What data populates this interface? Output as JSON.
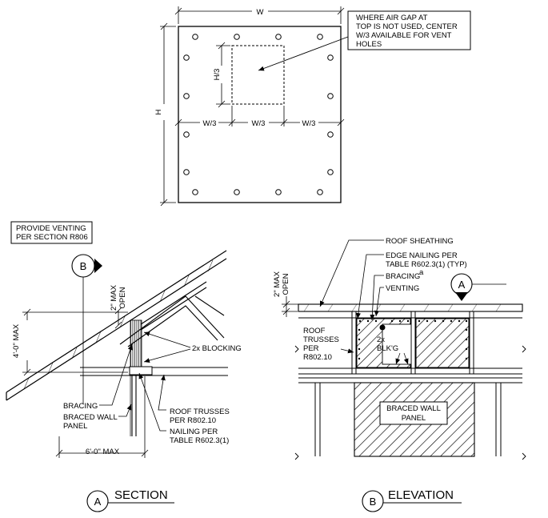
{
  "top_detail": {
    "dim_w": "W",
    "dim_h": "H",
    "dim_h3": "H/3",
    "dim_w3_left": "W/3",
    "dim_w3_mid": "W/3",
    "dim_w3_right": "W/3",
    "note_lines": [
      "WHERE AIR GAP AT",
      "TOP IS NOT USED, CENTER",
      "W/3 AVAILABLE FOR VENT",
      "HOLES"
    ]
  },
  "section": {
    "venting_note": [
      "PROVIDE VENTING",
      "PER SECTION R806"
    ],
    "callout_letter": "B",
    "gap_label": [
      "2\" MAX",
      "OPEN"
    ],
    "height_label": "4'-0\" MAX",
    "blocking_label": "2x BLOCKING",
    "bracing_label": "BRACING",
    "braced_wall_label": [
      "BRACED WALL",
      "PANEL"
    ],
    "roof_trusses_label": [
      "ROOF TRUSSES",
      "PER R802.10"
    ],
    "nailing_label": [
      "NAILING PER",
      "TABLE R602.3(1)"
    ],
    "width_label": "6'-0\" MAX",
    "title_letter": "A",
    "title": "SECTION"
  },
  "elevation": {
    "callout_letter": "A",
    "gap_label": [
      "2\" MAX",
      "OPEN"
    ],
    "roof_sheathing_label": "ROOF SHEATHING",
    "edge_nailing_label": [
      "EDGE NAILING PER",
      "TABLE R602.3(1) (TYP)"
    ],
    "bracing_label": "BRACING",
    "bracing_mark": "a",
    "venting_label": "VENTING",
    "roof_trusses_label": [
      "ROOF",
      "TRUSSES",
      "PER",
      "R802.10"
    ],
    "blocking_label": [
      "2x",
      "BLK'G"
    ],
    "braced_wall_label": [
      "BRACED WALL",
      "PANEL"
    ],
    "title_letter": "B",
    "title": "ELEVATION"
  }
}
